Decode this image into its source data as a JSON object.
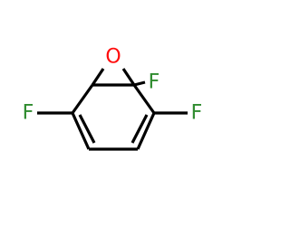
{
  "molecule": {
    "atoms": {
      "oxygen": {
        "symbol": "O"
      },
      "fluorine_top_right": {
        "symbol": "F"
      },
      "fluorine_left": {
        "symbol": "F"
      },
      "fluorine_right": {
        "symbol": "F"
      }
    },
    "colors": {
      "oxygen": "#ff0d0d",
      "fluorine": "#2e8b2e",
      "bond": "#000000",
      "background": "#ffffff"
    }
  }
}
